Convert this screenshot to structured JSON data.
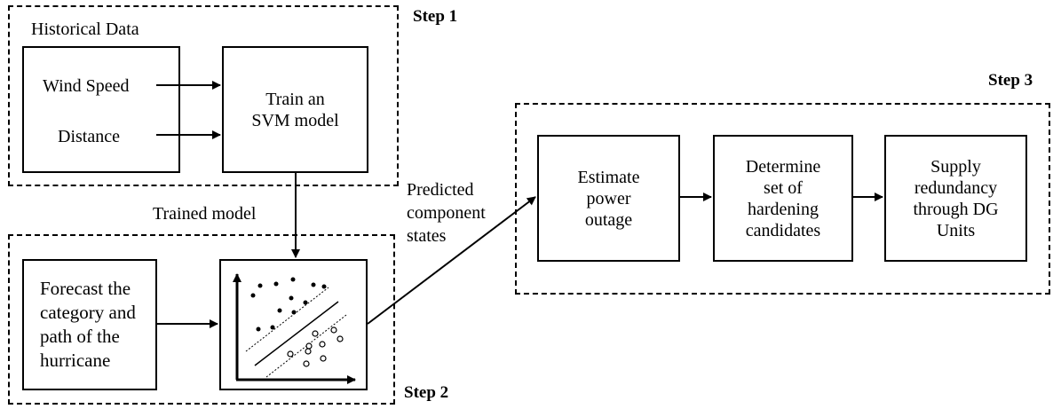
{
  "step1": {
    "label": "Step 1",
    "historical_label": "Historical Data",
    "input1": "Wind Speed",
    "input2": "Distance",
    "train_box": "Train an\nSVM model"
  },
  "trained_model_label": "Trained model",
  "predicted_label": "Predicted\ncomponent\nstates",
  "step2": {
    "label": "Step 2",
    "forecast_box": "Forecast the\ncategory and\npath of the\nhurricane"
  },
  "step3": {
    "label": "Step 3",
    "box1": "Estimate\npower\noutage",
    "box2": "Determine\nset of\nhardening\ncandidates",
    "box3": "Supply\nredundancy\nthrough DG\nUnits"
  }
}
